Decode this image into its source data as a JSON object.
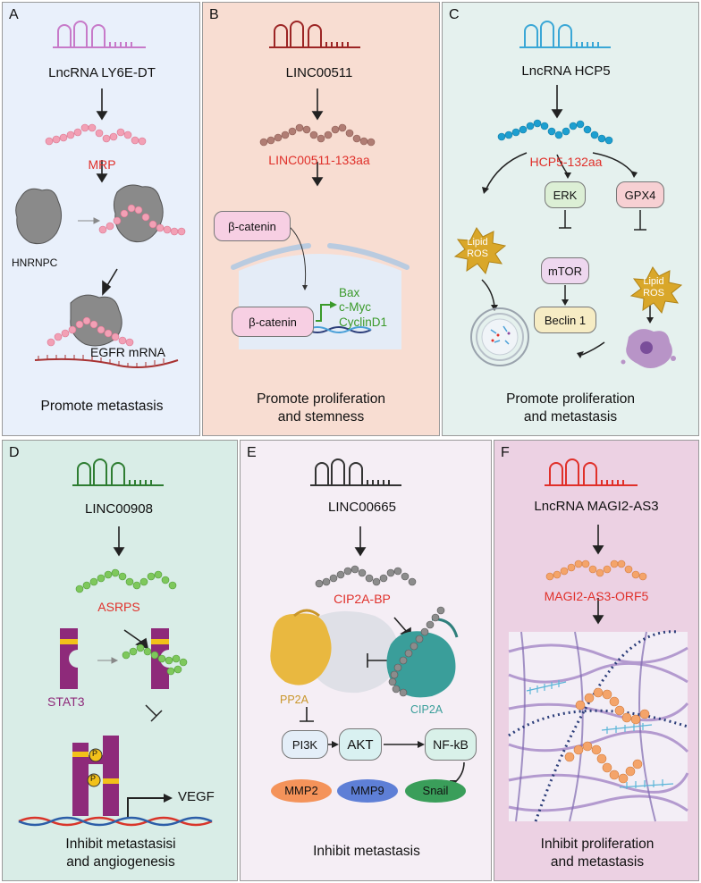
{
  "panels": {
    "A": {
      "letter": "A",
      "gene": "LncRNA LY6E-DT",
      "peptide": "MRP",
      "complex": "HNRNPC",
      "target": "EGFR mRNA",
      "caption": "Promote metastasis",
      "colors": {
        "bg": "#e9f0fb",
        "rna": "#c77ac9",
        "peptide": "#f2a0b5"
      }
    },
    "B": {
      "letter": "B",
      "gene": "LINC00511",
      "peptide": "LINC00511-133aa",
      "protein": "β-catenin",
      "targets": [
        "Bax",
        "c-Myc",
        "CyclinD1"
      ],
      "caption": [
        "Promote proliferation",
        "and stemness"
      ],
      "colors": {
        "bg": "#f8ddd2",
        "rna": "#9c2525",
        "peptide": "#b07d74"
      }
    },
    "C": {
      "letter": "C",
      "gene": "LncRNA HCP5",
      "peptide": "HCP5-132aa",
      "nodes": {
        "erk": "ERK",
        "gpx4": "GPX4",
        "mtor": "mTOR",
        "beclin": "Beclin 1",
        "lipid_ros": [
          "Lipid",
          "ROS"
        ]
      },
      "caption": [
        "Promote proliferation",
        "and metastasis"
      ],
      "colors": {
        "bg": "#e5f1ee",
        "rna": "#3aa7d6",
        "peptide": "#1d9fd0"
      }
    },
    "D": {
      "letter": "D",
      "gene": "LINC00908",
      "peptide": "ASRPS",
      "protein": "STAT3",
      "phospho": "P",
      "target": "VEGF",
      "caption": [
        "Inhibit metastasisi",
        "and angiogenesis"
      ],
      "colors": {
        "bg": "#d9ede7",
        "rna": "#2e7d32",
        "peptide": "#7ec85c"
      }
    },
    "E": {
      "letter": "E",
      "gene": "LINC00665",
      "peptide": "CIP2A-BP",
      "pp2a": "PP2A",
      "cip2a": "CIP2A",
      "nodes": {
        "pi3k": "PI3K",
        "akt": "AKT",
        "nfkb": "NF-kB"
      },
      "targets": {
        "mmp2": "MMP2",
        "mmp9": "MMP9",
        "snail": "Snail"
      },
      "caption": "Inhibit metastasis",
      "colors": {
        "bg": "#f5eef5",
        "rna": "#333333",
        "peptide": "#8c8c8c"
      }
    },
    "F": {
      "letter": "F",
      "gene": "LncRNA MAGI2-AS3",
      "peptide": "MAGI2-AS3-ORF5",
      "caption": [
        "Inhibit proliferation",
        "and metastasis"
      ],
      "colors": {
        "bg": "#ecd1e3",
        "rna": "#e0302a",
        "peptide": "#f4a46a"
      }
    }
  }
}
